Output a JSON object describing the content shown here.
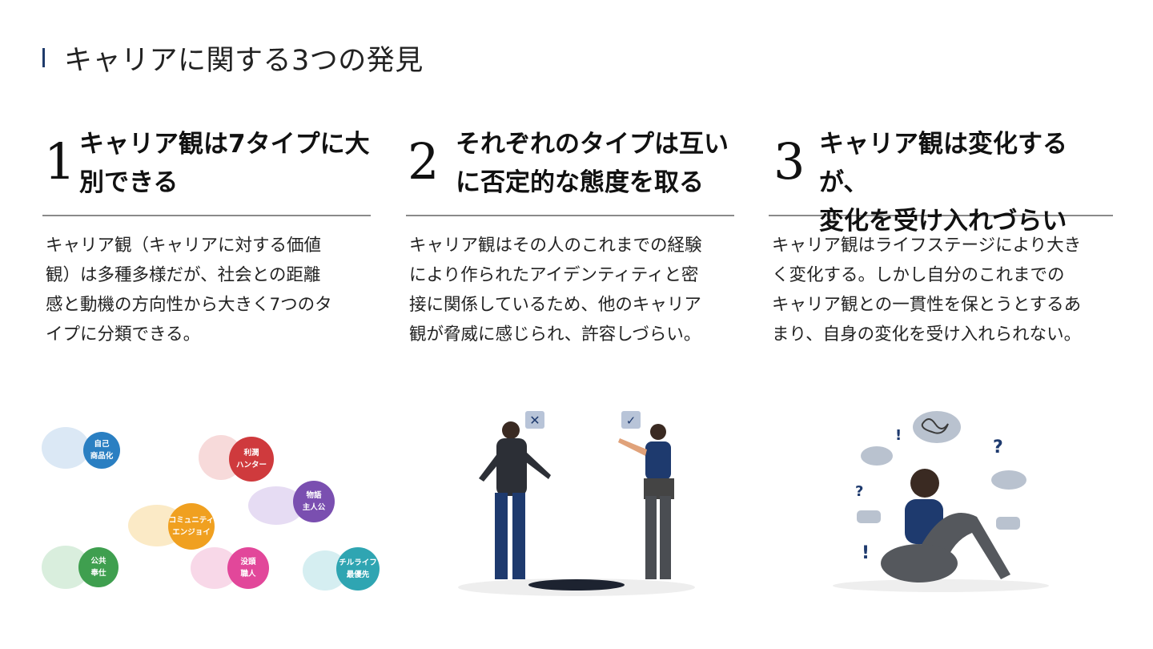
{
  "page": {
    "title": "キャリアに関する3つの発見"
  },
  "findings": [
    {
      "number": "1",
      "heading": "キャリア観は7タイプに大\n別できる",
      "body": "キャリア観（キャリアに対する価値\n観）は多種多様だが、社会との距離\n感と動機の方向性から大きく7つのタ\nイプに分類できる。"
    },
    {
      "number": "2",
      "heading": "それぞれのタイプは互い\nに否定的な態度を取る",
      "body": "キャリア観はその人のこれまでの経験\nにより作られたアイデンティティと密\n接に関係しているため、他のキャリア\n観が脅威に感じられ、許容しづらい。"
    },
    {
      "number": "3",
      "heading": "キャリア観は変化するが、\n変化を受け入れづらい",
      "body": "キャリア観はライフステージにより大き\nく変化する。しかし自分のこれまでの\nキャリア観との一貫性を保とうとするあ\nまり、自身の変化を受け入れられない。"
    }
  ],
  "types": [
    {
      "label": "自己\n商品化",
      "color": "#2a7fc2"
    },
    {
      "label": "利潤\nハンター",
      "color": "#cf3a3d"
    },
    {
      "label": "物語\n主人公",
      "color": "#7a4fb0"
    },
    {
      "label": "コミュニティ\nエンジョイ",
      "color": "#f0a020"
    },
    {
      "label": "公共\n奉仕",
      "color": "#3f9f4f"
    },
    {
      "label": "没頭\n職人",
      "color": "#e2479a"
    },
    {
      "label": "チルライフ\n最優先",
      "color": "#2fa5b2"
    }
  ],
  "colors": {
    "accent": "#1f3b6b",
    "divider": "#8a8a8a",
    "navy": "#1e3a6e"
  }
}
